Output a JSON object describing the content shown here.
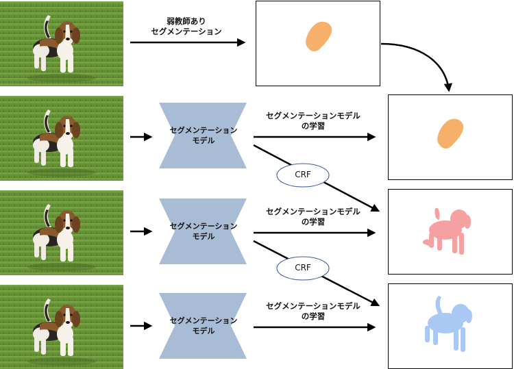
{
  "top_arrow_label": {
    "line1": "弱教師あり",
    "line2": "セグメンテーション"
  },
  "network": {
    "line1": "セグメンテーション",
    "line2": "モデル"
  },
  "train_arrow_label": {
    "line1": "セグメンテーションモデル",
    "line2": "の学習"
  },
  "crf_label": "CRF",
  "colors": {
    "grass": "#6e9a3c",
    "network_fill": "#a9bcd6",
    "mask_orange": "#f6b06a",
    "mask_pink": "#f5a1a1",
    "mask_blue": "#a9c9f4",
    "crf_stroke": "#2f5597"
  }
}
